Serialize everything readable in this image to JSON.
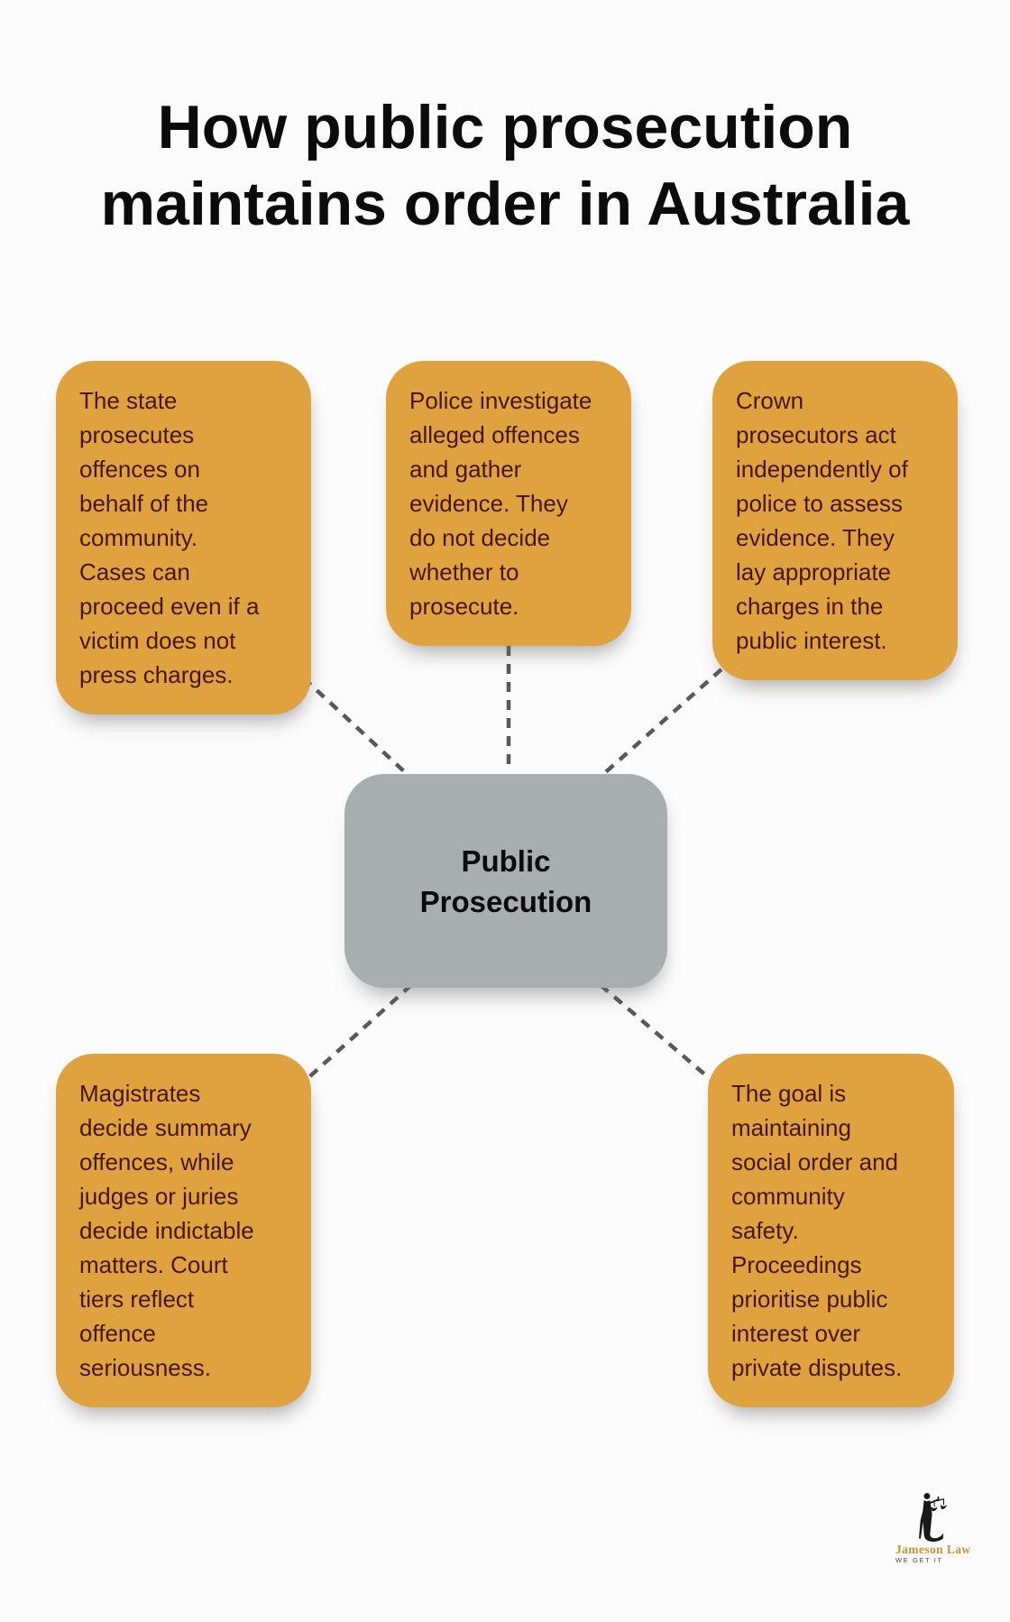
{
  "title": "How public prosecution maintains order in Australia",
  "center_node": {
    "label": "Public Prosecution"
  },
  "nodes": [
    {
      "id": "state-prosecutes",
      "text": "The state prosecutes offences on behalf of the community. Cases can proceed even if a victim does not press charges."
    },
    {
      "id": "police-investigate",
      "text": "Police investigate alleged offences and gather evidence. They do not decide whether to prosecute."
    },
    {
      "id": "crown-prosecutors",
      "text": "Crown prosecutors act independently of police to assess evidence. They lay appropriate charges in the public interest."
    },
    {
      "id": "court-tiers",
      "text": "Magistrates decide summary offences, while judges or juries decide indictable matters. Court tiers reflect offence seriousness."
    },
    {
      "id": "goal-social-order",
      "text": "The goal is maintaining social order and community safety. Proceedings prioritise public interest over private disputes."
    }
  ],
  "logo": {
    "name": "Jameson Law",
    "tagline": "WE GET IT"
  },
  "colors": {
    "background": "#FBFBFB",
    "node_fill": "#E0A23E",
    "node_text": "#45161A",
    "center_fill": "#A8ADB0",
    "center_text": "#0B0B0B",
    "title_text": "#0B0B0B",
    "connector": "#595959",
    "logo_gold": "#C8942F",
    "logo_figure": "#1A1A1A"
  }
}
